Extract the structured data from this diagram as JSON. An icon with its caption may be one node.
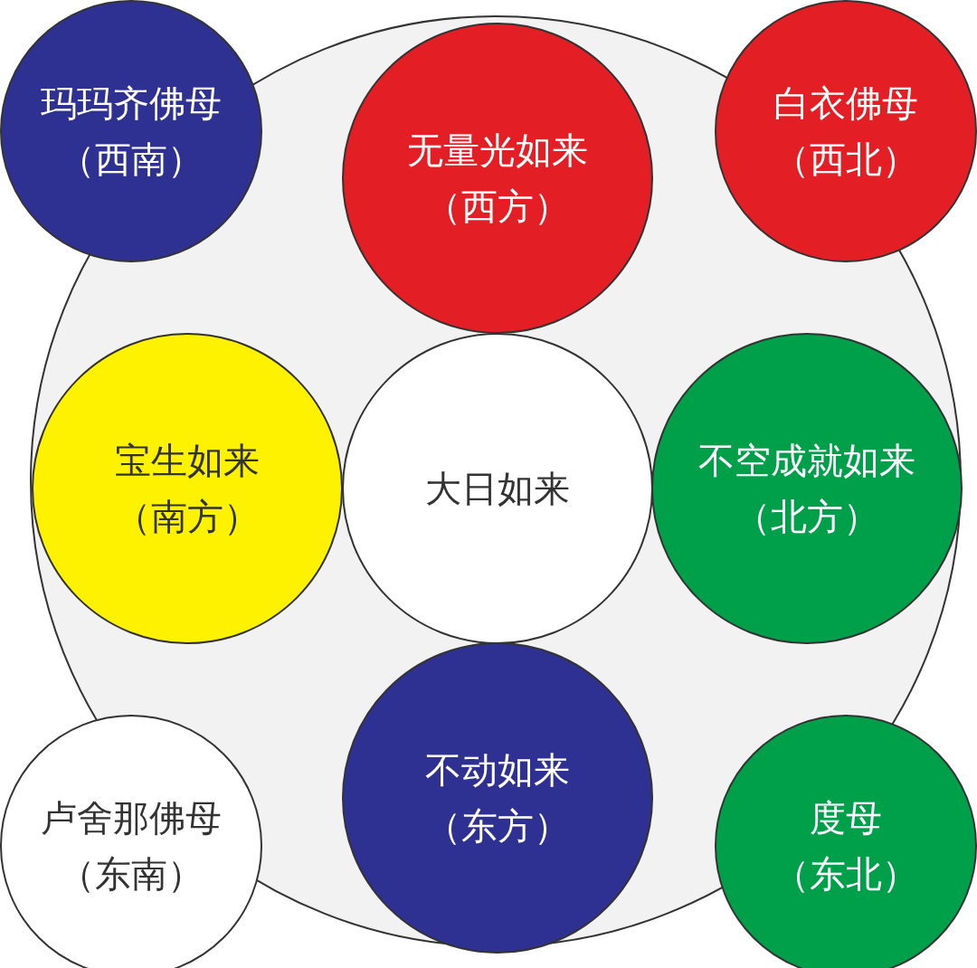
{
  "diagram": {
    "nodes": [
      {
        "text": [],
        "shape": "circle"
      },
      {
        "text": [
          "玛玛齐佛母",
          "（西南）"
        ]
      },
      {
        "text": [
          "无量光如来",
          "（西方）"
        ],
        "in": 0
      },
      {
        "text": [
          "白衣佛母",
          "（西北）"
        ]
      },
      {
        "text": [
          "宝生如来",
          "（南方）"
        ],
        "in": 0
      },
      {
        "text": [
          "大日如来"
        ],
        "in": 0
      },
      {
        "text": [
          "不空成就如来",
          "（北方）"
        ],
        "in": 0
      },
      {
        "text": [
          "卢舍那佛母",
          "（东南）"
        ]
      },
      {
        "text": [
          "不动如来",
          "（东方）"
        ],
        "in": 0
      },
      {
        "text": [
          "度母",
          "（东北）"
        ]
      }
    ]
  }
}
